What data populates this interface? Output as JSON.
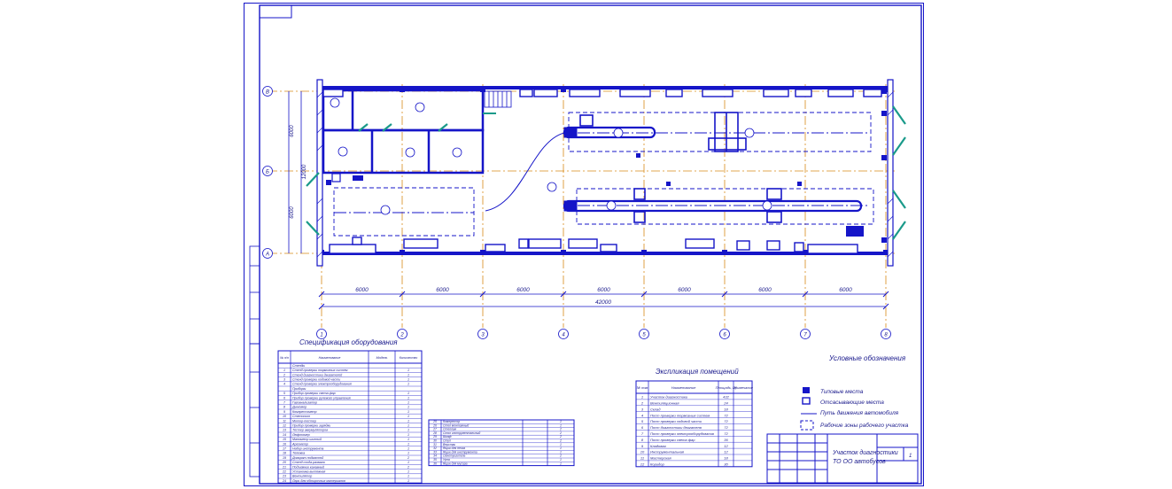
{
  "sheet": {
    "stamp": {
      "number": "",
      "title_line1": "Участок диагностики",
      "title_line2": "ТО ОО автобусов",
      "sheet": "1",
      "sheets": "1"
    }
  },
  "axes_rows": [
    "В",
    "Б",
    "А"
  ],
  "axes_columns": [
    "1",
    "2",
    "3",
    "4",
    "5",
    "6",
    "7",
    "8"
  ],
  "dimensions": {
    "spans": [
      "6000",
      "6000",
      "6000",
      "6000",
      "6000",
      "6000",
      "6000"
    ],
    "total": "42000",
    "left_upper": "6000",
    "left_lower": "6000",
    "left_total": "12000"
  },
  "equipment_spec": {
    "title": "Спецификация оборудования",
    "headers": [
      "№ п/п",
      "Наименование",
      "Модель",
      "Количество"
    ],
    "rows": [
      [
        "",
        "Стенды",
        "",
        ""
      ],
      [
        "1",
        "Стенд проверки тормозных систем",
        "",
        "1"
      ],
      [
        "2",
        "Стенд диагностики двигателей",
        "",
        "1"
      ],
      [
        "3",
        "Стенд проверки ходовой части",
        "",
        "1"
      ],
      [
        "4",
        "Стенд проверки электрооборудования",
        "",
        "1"
      ],
      [
        "",
        "Приборы",
        "",
        ""
      ],
      [
        "5",
        "Прибор проверки света фар",
        "",
        "1"
      ],
      [
        "6",
        "Прибор проверки рулевого управления",
        "",
        "1"
      ],
      [
        "7",
        "Газоанализатор",
        "",
        "1"
      ],
      [
        "8",
        "Дымомер",
        "",
        "1"
      ],
      [
        "9",
        "Компрессометр",
        "",
        "1"
      ],
      [
        "10",
        "Стетоскоп",
        "",
        "1"
      ],
      [
        "11",
        "Мотор-тестер",
        "",
        "1"
      ],
      [
        "12",
        "Прибор проверки зарядки",
        "",
        "1"
      ],
      [
        "13",
        "Тестер аккумуляторов",
        "",
        "1"
      ],
      [
        "14",
        "Люфтомер",
        "",
        "1"
      ],
      [
        "15",
        "Манометр шинный",
        "",
        "1"
      ],
      [
        "16",
        "Ареометр",
        "",
        "1"
      ],
      [
        "17",
        "Набор инструмента",
        "",
        "1"
      ],
      [
        "18",
        "Тележка",
        "",
        "1"
      ],
      [
        "19",
        "Домкрат подкатной",
        "",
        "2"
      ],
      [
        "20",
        "Стенд схода-развала",
        "",
        "1"
      ],
      [
        "21",
        "Подъемник канавный",
        "",
        "2"
      ],
      [
        "22",
        "Установка вытяжная",
        "",
        "1"
      ],
      [
        "23",
        "Вентилятор",
        "",
        "1"
      ],
      [
        "24",
        "Ларь для обтирочных материалов",
        "",
        "1"
      ]
    ]
  },
  "equipment_spec2": {
    "rows": [
      [
        "25",
        "Компрессор",
        "",
        "1"
      ],
      [
        "26",
        "Стол монтажный",
        "",
        "1"
      ],
      [
        "27",
        "Стеллаж",
        "",
        "2"
      ],
      [
        "28",
        "Стол инструментальный",
        "",
        "2"
      ],
      [
        "29",
        "Шкаф",
        "",
        "2"
      ],
      [
        "30",
        "Стул",
        "",
        "2"
      ],
      [
        "31",
        "Верстак",
        "",
        "1"
      ],
      [
        "32",
        "Ящик для песка",
        "",
        "1"
      ],
      [
        "33",
        "Ящик для инструмента",
        "",
        "1"
      ],
      [
        "34",
        "Огнетушитель",
        "",
        "2"
      ],
      [
        "35",
        "Урна",
        "",
        "1"
      ],
      [
        "36",
        "Ящик для мусора",
        "",
        "1"
      ]
    ]
  },
  "rooms_spec": {
    "title": "Экспликация помещений",
    "headers": [
      "№ пом",
      "Наименование",
      "Площадь, м²",
      "Примечание"
    ],
    "rows": [
      [
        "1",
        "Участок диагностики",
        "432",
        ""
      ],
      [
        "2",
        "Вентиляционная",
        "24",
        ""
      ],
      [
        "3",
        "Склад",
        "18",
        ""
      ],
      [
        "4",
        "Пост проверки тормозных систем",
        "72",
        ""
      ],
      [
        "5",
        "Пост проверки ходовой части",
        "72",
        ""
      ],
      [
        "6",
        "Пост диагностики двигателя",
        "72",
        ""
      ],
      [
        "7",
        "Пост проверки электрооборудования",
        "72",
        ""
      ],
      [
        "8",
        "Пост проверки света фар",
        "36",
        ""
      ],
      [
        "9",
        "Кладовая",
        "12",
        ""
      ],
      [
        "10",
        "Инструментальная",
        "12",
        ""
      ],
      [
        "11",
        "Мастерская",
        "18",
        ""
      ],
      [
        "12",
        "Коридор",
        "30",
        ""
      ]
    ]
  },
  "legend": {
    "title": "Условные обозначения",
    "items": [
      "Типовые места",
      "Отсасывающие места",
      "Путь движения автомобиля",
      "Рабочие зоны рабочего участка"
    ]
  },
  "colors": {
    "ink": "#1515c8",
    "axis": "#d88a1a",
    "door": "#1a9a8a",
    "text": "#1a1a8c",
    "frame": "#1515c8"
  }
}
